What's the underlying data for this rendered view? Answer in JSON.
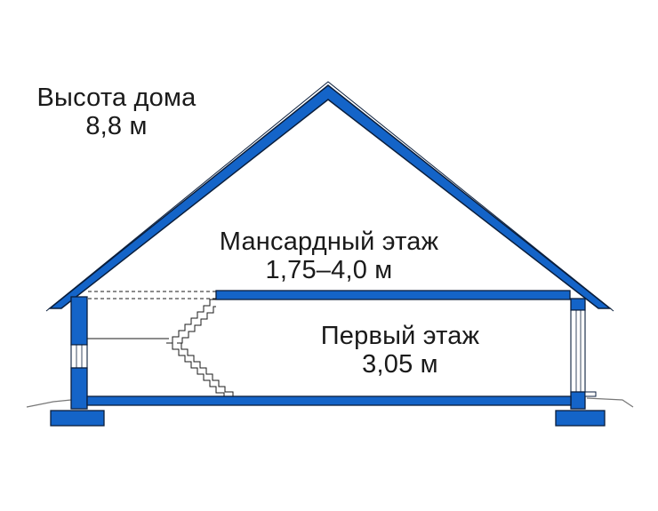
{
  "labels": {
    "house_height": {
      "title": "Высота дома",
      "value": "8,8 м"
    },
    "attic_floor": {
      "title": "Мансардный этаж",
      "value": "1,75–4,0 м"
    },
    "first_floor": {
      "title": "Первый этаж",
      "value": "3,05 м"
    }
  },
  "colors": {
    "structure": "#1464c8",
    "outline": "#0a1e3c",
    "lines": "#1a1a1a"
  }
}
